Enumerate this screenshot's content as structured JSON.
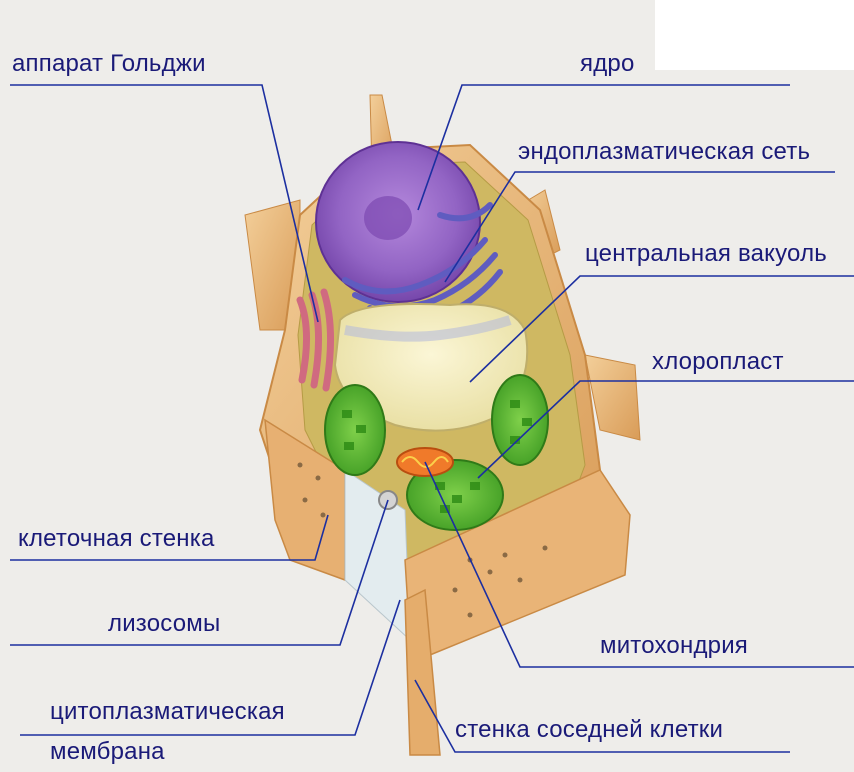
{
  "labels": {
    "golgi": "аппарат Гольджи",
    "nucleus": "ядро",
    "er": "эндоплазматическая сеть",
    "vacuole": "центральная вакуоль",
    "chloroplast": "хлоропласт",
    "cell_wall": "клеточная стенка",
    "lysosomes": "лизосомы",
    "mitochondrion": "митохондрия",
    "membrane_line1": "цитоплазматическая",
    "membrane_line2": "мембрана",
    "neighbor_wall": "стенка соседней клетки"
  },
  "colors": {
    "background": "#eeedea",
    "leader_line": "#1c2fa0",
    "label_text": "#1a1a78",
    "cell_wall": "#e8b77c",
    "cytoplasm": "#cfb862",
    "nucleus": "#8f5bc0",
    "er": "#6f6cc8",
    "vacuole": "#f2eab8",
    "chloroplast": "#4bb02e",
    "mitochondrion": "#f07a2a",
    "golgi": "#d6788a"
  }
}
